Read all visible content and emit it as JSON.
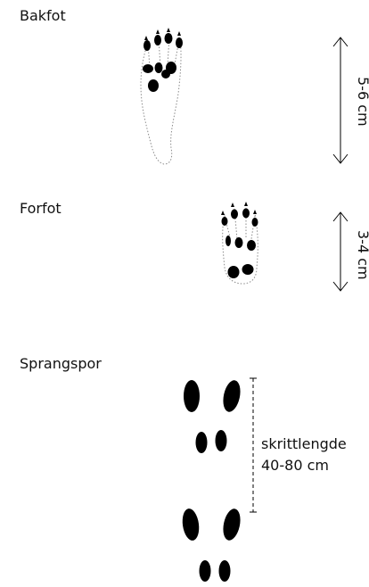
{
  "sections": {
    "bakfot": {
      "label": "Bakfot",
      "measure": "5-6 cm"
    },
    "forfot": {
      "label": "Forfot",
      "measure": "3-4 cm"
    },
    "sprangspor": {
      "label": "Sprangspor",
      "stride_label_line1": "skrittlengde",
      "stride_label_line2": "40-80 cm"
    }
  },
  "colors": {
    "ink": "#000000",
    "outline": "#8a8a8a"
  }
}
